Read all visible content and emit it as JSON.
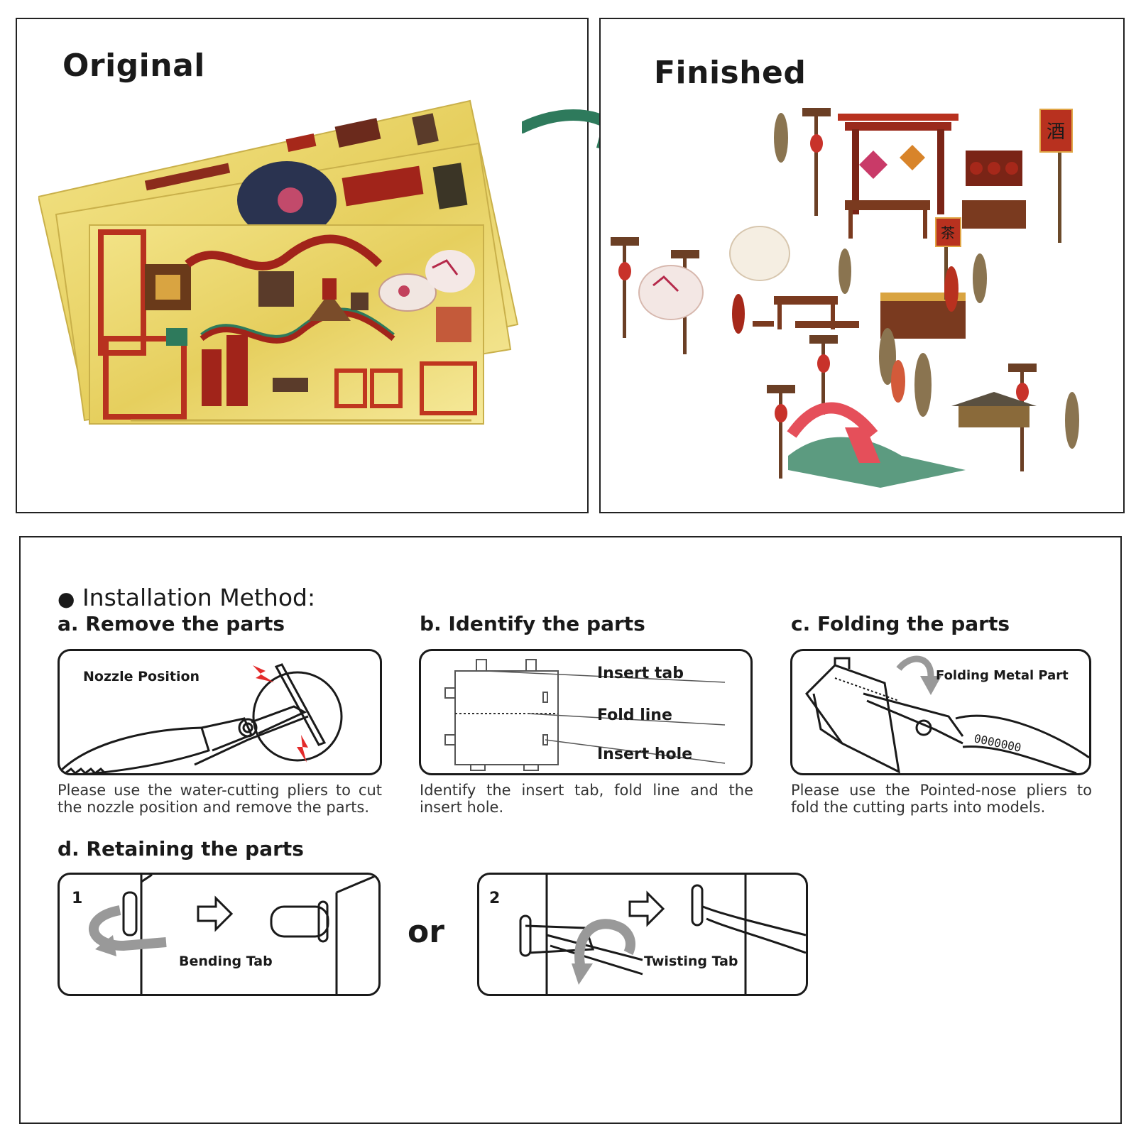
{
  "original": {
    "title": "Original"
  },
  "finished": {
    "title": "Finished",
    "sign_wine": "酒",
    "sign_tea": "茶"
  },
  "installation": {
    "heading": "Installation Method:",
    "step_a": {
      "title": "a. Remove the parts",
      "label": "Nozzle Position",
      "description": "Please use the water-cutting pliers to cut the nozzle position and remove the parts."
    },
    "step_b": {
      "title": "b. Identify the parts",
      "label_tab": "Insert tab",
      "label_fold": "Fold line",
      "label_hole": "Insert hole",
      "description": "Identify the insert tab, fold line and the insert hole."
    },
    "step_c": {
      "title": "c. Folding the parts",
      "label": "Folding Metal Part",
      "description": "Please use the Pointed-nose pliers to fold the cutting parts into models."
    },
    "step_d": {
      "title": "d. Retaining the parts",
      "option1_number": "1",
      "option1_label": "Bending Tab",
      "or_text": "or",
      "option2_number": "2",
      "option2_label": "Twisting Tab"
    }
  },
  "colors": {
    "arrow": "#2e7a5c",
    "gold": "#e9d46a",
    "red": "#b8311f",
    "border": "#222222"
  }
}
